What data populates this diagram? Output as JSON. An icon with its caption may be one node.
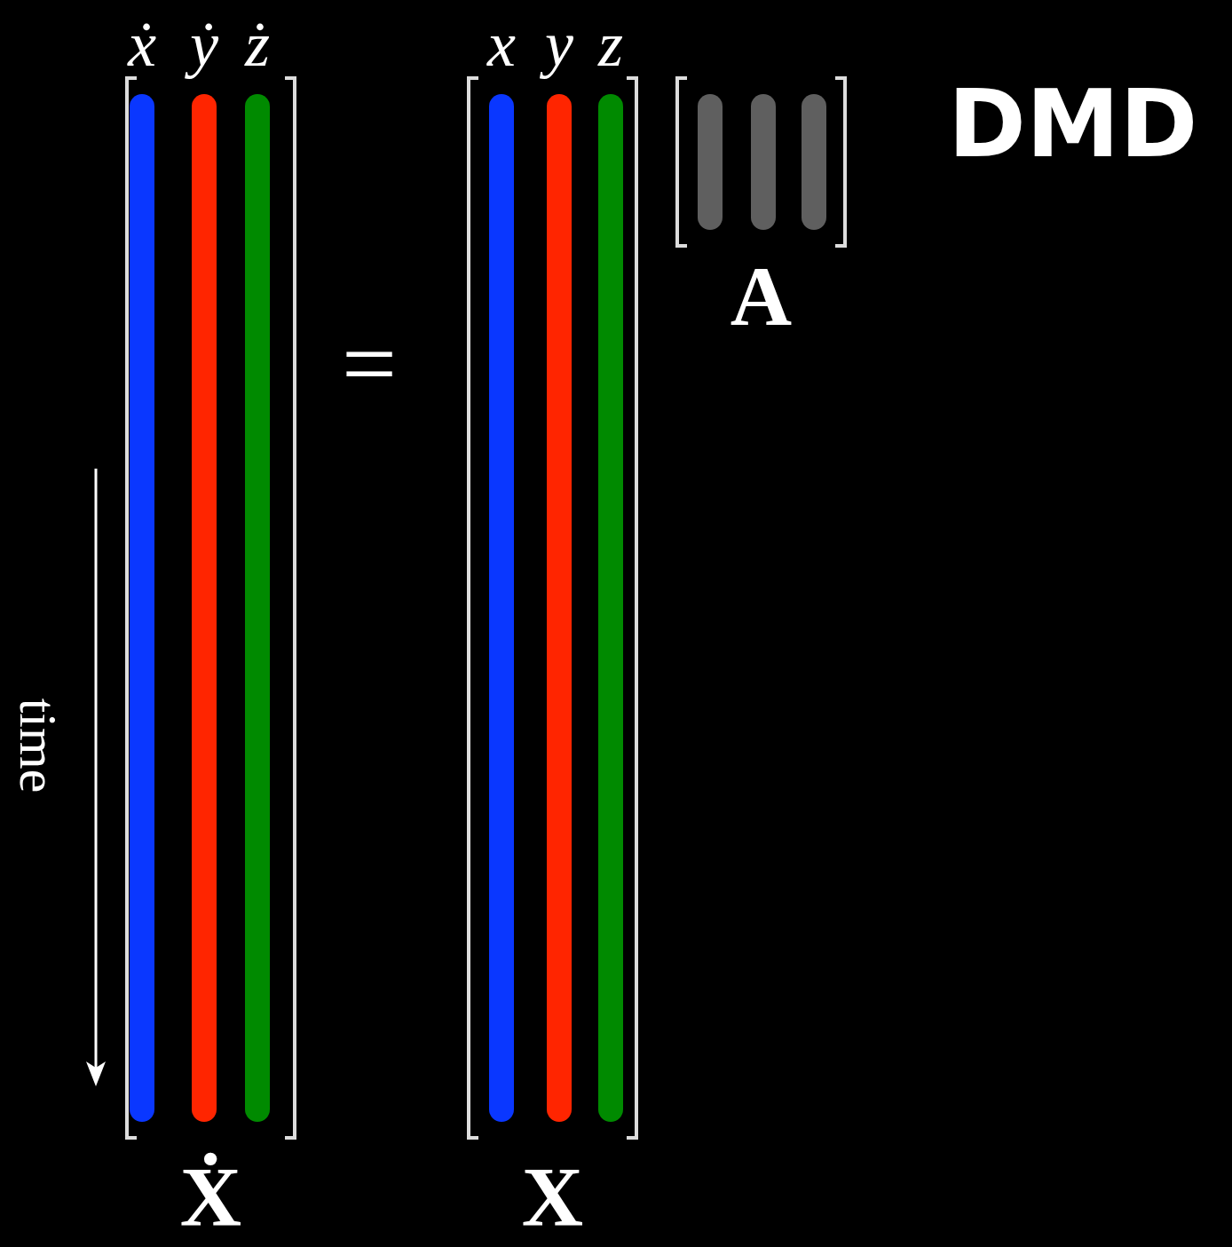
{
  "diagram": {
    "nodes": [
      {
        "text": [
          "ẋ",
          "ẏ",
          "ż"
        ],
        "beside": [
          "Ẋ"
        ]
      },
      {
        "text": [
          "x",
          "y",
          "z"
        ],
        "beside": [
          "X"
        ]
      },
      {
        "text": [],
        "shape": "box",
        "beside": [
          "A"
        ]
      }
    ],
    "labels": [
      "=",
      "DMD",
      "time"
    ]
  }
}
